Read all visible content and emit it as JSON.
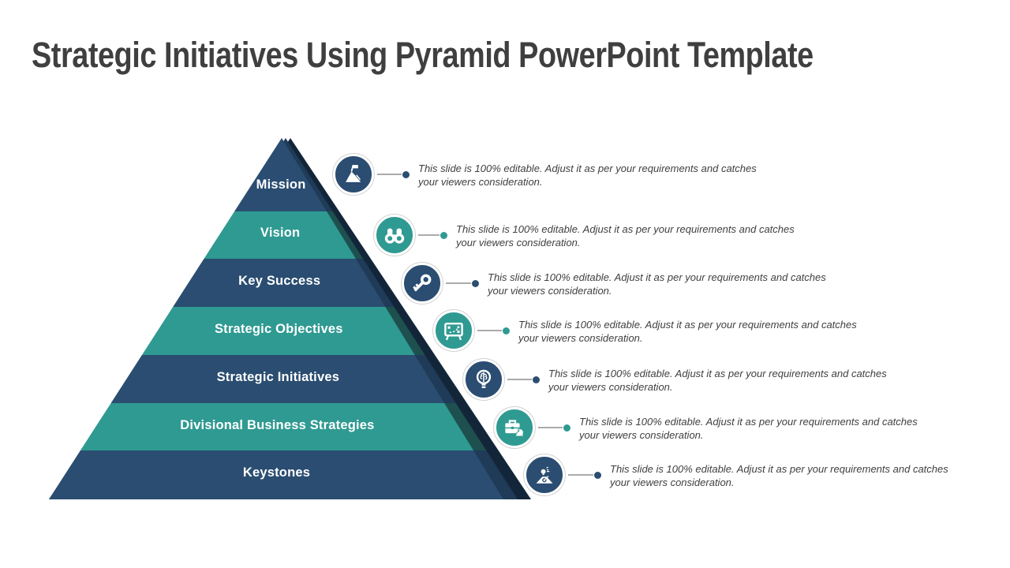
{
  "title": "Strategic Initiatives Using Pyramid PowerPoint Template",
  "colors": {
    "navy": "#2A4D71",
    "teal": "#2F9A92",
    "navy_shade": "#1F3B58",
    "teal_shade": "#1D504E",
    "edge_shadow": "#132639",
    "label_text": "#FFFFFF",
    "connector": "#ABABAB",
    "body_text": "#3F3F3F",
    "title_text": "#3F3F3F"
  },
  "pyramid": {
    "rows": [
      {
        "label": "Mission",
        "tone": "navy",
        "icon": "mountain-flag-icon",
        "desc_line1": "This slide is 100% editable. Adjust it as per your requirements and catches",
        "desc_line2": "your viewers consideration."
      },
      {
        "label": "Vision",
        "tone": "teal",
        "icon": "binoculars-icon",
        "desc_line1": "This slide is 100% editable. Adjust it as per your requirements and catches",
        "desc_line2": "your viewers consideration."
      },
      {
        "label": "Key Success",
        "tone": "navy",
        "icon": "key-icon",
        "desc_line1": "This slide is 100% editable. Adjust it as per your requirements and catches",
        "desc_line2": "your viewers consideration."
      },
      {
        "label": "Strategic Objectives",
        "tone": "teal",
        "icon": "strategy-board-icon",
        "desc_line1": "This slide is 100% editable. Adjust it as per your requirements and catches",
        "desc_line2": "your viewers consideration."
      },
      {
        "label": "Strategic Initiatives",
        "tone": "navy",
        "icon": "lightbulb-brain-icon",
        "desc_line1": "This slide is 100% editable. Adjust it as per your requirements and catches",
        "desc_line2": "your viewers consideration."
      },
      {
        "label": "Divisional Business Strategies",
        "tone": "teal",
        "icon": "briefcase-knight-icon",
        "desc_line1": "This slide is 100% editable. Adjust it as per your requirements and catches",
        "desc_line2": "your viewers consideration."
      },
      {
        "label": "Keystones",
        "tone": "navy",
        "icon": "person-target-icon",
        "desc_line1": "This slide is 100% editable. Adjust it as per your requirements and catches",
        "desc_line2": "your viewers consideration."
      }
    ]
  }
}
